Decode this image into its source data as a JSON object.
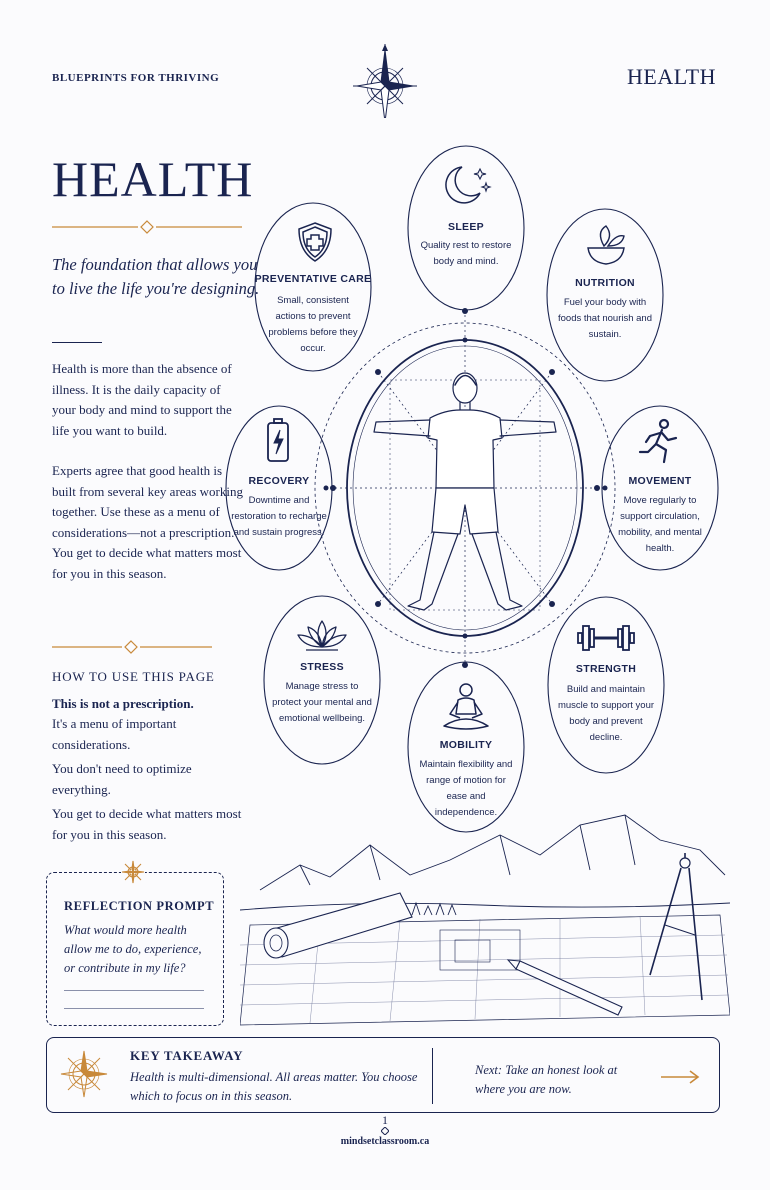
{
  "header": {
    "series": "BLUEPRINTS FOR THRIVING",
    "topic": "HEALTH"
  },
  "intro": {
    "title": "HEALTH",
    "subtitle": "The foundation that allows you to live the life you're designing.",
    "para1": "Health is more than the absence of illness. It is the daily capacity of your body and mind to support the life you want to build.",
    "para2": "Experts agree that good health is built from several key areas working together. Use these as a menu of considerations—not a prescription. You get to decide what matters most for you in this season."
  },
  "howto": {
    "heading": "HOW TO USE THIS PAGE",
    "bold": "This is not a prescription.",
    "p1": "It's a menu of important considerations.",
    "p2": "You don't need to optimize everything.",
    "p3": "You get to decide what matters most for you in this season."
  },
  "areas": [
    {
      "title": "SLEEP",
      "desc": "Quality rest to restore body and mind.",
      "icon": "moon-stars-icon"
    },
    {
      "title": "NUTRITION",
      "desc": "Fuel your body with foods that nourish and sustain.",
      "icon": "bowl-leaf-icon"
    },
    {
      "title": "MOVEMENT",
      "desc": "Move regularly to support circulation, mobility, and mental health.",
      "icon": "runner-icon"
    },
    {
      "title": "STRENGTH",
      "desc": "Build and maintain muscle to support your body and prevent decline.",
      "icon": "dumbbell-icon"
    },
    {
      "title": "MOBILITY",
      "desc": "Maintain flexibility and range of motion for ease and independence.",
      "icon": "meditation-icon"
    },
    {
      "title": "STRESS",
      "desc": "Manage stress to protect your mental and emotional wellbeing.",
      "icon": "lotus-icon"
    },
    {
      "title": "RECOVERY",
      "desc": "Downtime and restoration to recharge and sustain progress.",
      "icon": "battery-icon"
    },
    {
      "title": "PREVENTATIVE CARE",
      "desc": "Small, consistent actions to prevent problems before they occur.",
      "icon": "shield-cross-icon"
    }
  ],
  "reflection": {
    "heading": "REFLECTION PROMPT",
    "question": "What would more health allow me to do, experience, or contribute in my life?"
  },
  "takeaway": {
    "heading": "KEY TAKEAWAY",
    "text": "Health is multi-dimensional. All areas matter. You choose which to focus on in this season.",
    "next": "Next: Take an honest look at where you are now."
  },
  "footer": {
    "page": "1",
    "site": "mindsetclassroom.ca"
  },
  "colors": {
    "navy": "#1a2450",
    "gold": "#c8893a",
    "background": "#fbfbfd"
  }
}
